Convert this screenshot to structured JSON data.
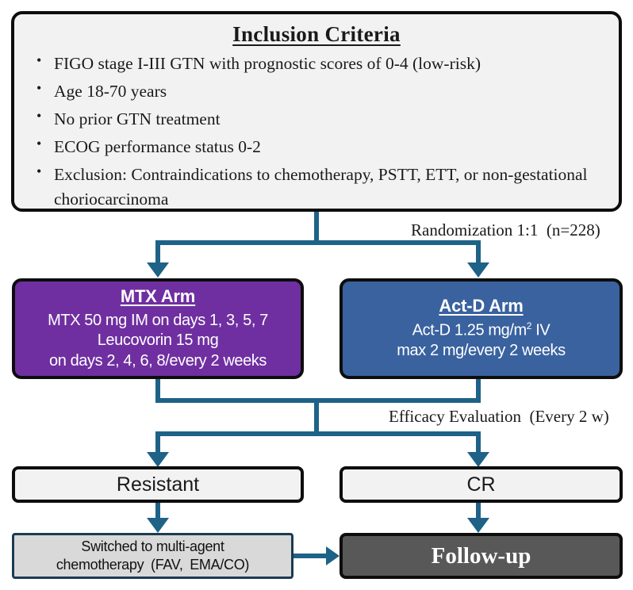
{
  "diagram": {
    "title": "Randomized controlled trial flow diagram for low-risk GTN",
    "colors": {
      "mtx_arm": "#6f2fa0",
      "actd_arm": "#39629f",
      "connector": "#1e6287",
      "followup": "#585858",
      "box_fill_light": "#f2f2f2",
      "box_fill_gray": "#d9d9d9",
      "box_border": "#0d0d0d"
    }
  },
  "inclusion": {
    "title": "Inclusion Criteria",
    "criteria": [
      "FIGO stage I-III GTN with prognostic scores of 0-4 (low-risk)",
      "Age 18-70 years",
      "No prior GTN treatment",
      "ECOG performance status 0-2",
      "Exclusion: Contraindications to chemotherapy, PSTT, ETT, or non-gestational choriocarcinoma"
    ]
  },
  "randomization": {
    "label": "Randomization 1:1 (n=228)"
  },
  "arms": {
    "mtx": {
      "title": "MTX Arm",
      "lines": [
        "MTX 50 mg IM on days 1, 3, 5, 7",
        "Leucovorin 15 mg",
        "on days 2, 4, 6, 8/every 2 weeks"
      ]
    },
    "actd": {
      "title": "Act-D Arm",
      "line1_prefix": "Act-D 1.25 mg/m",
      "line1_sup": "2",
      "line1_suffix": " IV",
      "line2": "max 2 mg/every 2 weeks"
    }
  },
  "efficacy": {
    "label": "Efficacy Evaluation (Every 2 w)"
  },
  "outcomes": {
    "resistant": "Resistant",
    "cr": "CR"
  },
  "downstream": {
    "switched_line1": "Switched to multi-agent",
    "switched_line2": "chemotherapy (FAV, EMA/CO)",
    "followup": "Follow-up"
  }
}
